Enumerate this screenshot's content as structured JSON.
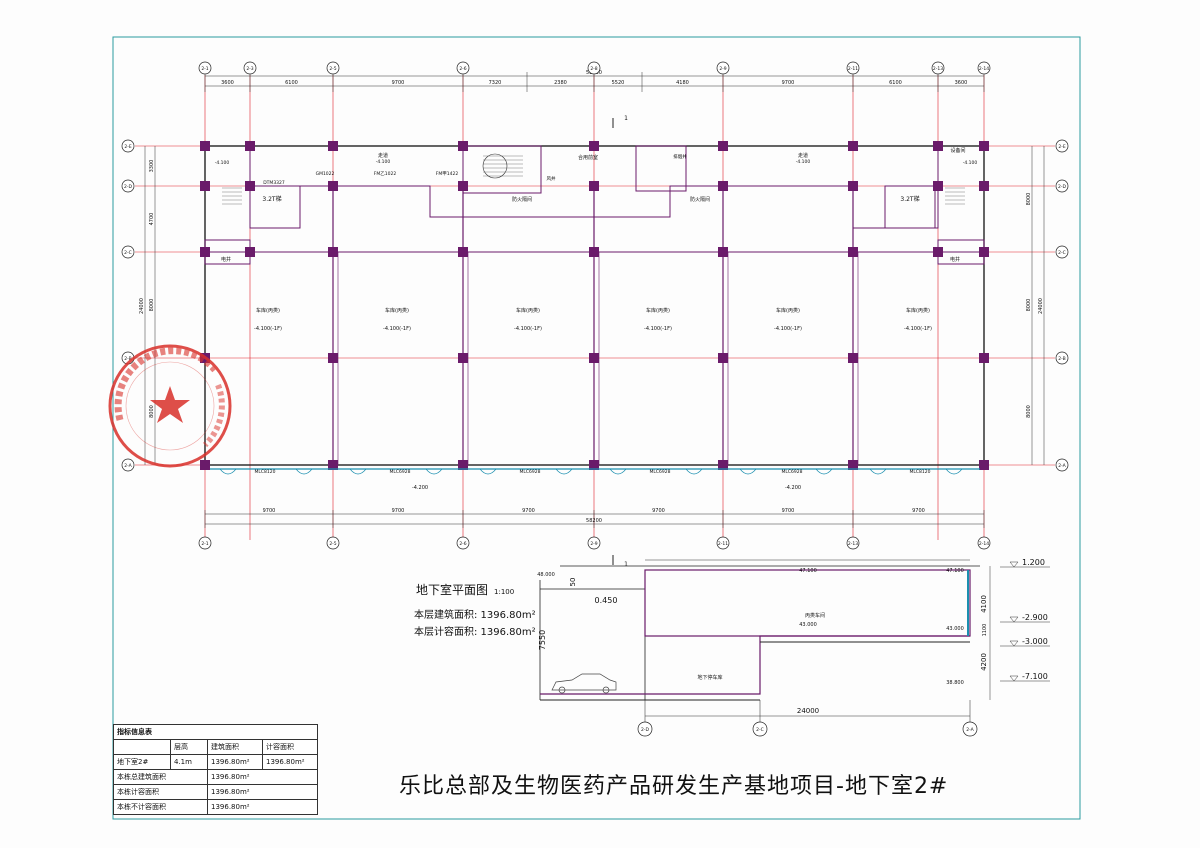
{
  "grid_labels": {
    "top": [
      "2-1",
      "2-3",
      "2-5",
      "2-6",
      "2-8",
      "2-9",
      "2-11",
      "2-13",
      "2-14"
    ],
    "bottom": [
      "2-1",
      "2-5",
      "2-6",
      "2-9",
      "2-11",
      "2-13",
      "2-14"
    ],
    "left": [
      "2-E",
      "2-D",
      "2-C",
      "2-B",
      "2-A"
    ],
    "right": [
      "2-E",
      "2-D",
      "2-C",
      "2-B",
      "2-A"
    ]
  },
  "top_dims": [
    "3600",
    "6100",
    "9700",
    "7320",
    "2380",
    "5520",
    "4180",
    "9700",
    "6100",
    "3600"
  ],
  "top_total": "58200",
  "bottom_dims": [
    "9700",
    "9700",
    "9700",
    "9700",
    "9700",
    "9700"
  ],
  "bottom_total": "58200",
  "left_dims": [
    "3300",
    "4700",
    "8000",
    "8000"
  ],
  "left_total": "24000",
  "right_dims": [
    "8000",
    "8000",
    "8000"
  ],
  "right_total": "24000",
  "rooms": {
    "garage_label": "车库(丙类)",
    "garage_level": "-4.100(-1F)",
    "corridor": "走道",
    "level": "-4.100",
    "stair_lobby": "合用前室",
    "fire_lobby": "防火隔间",
    "elevator": "电井",
    "fan_room": "排烟井",
    "air": "风井",
    "stair1": "3.2T梯",
    "stair2": "3.2T梯",
    "equip": "设备间"
  },
  "door_labels": [
    "FM甲1422",
    "FM乙1022",
    "GM1022",
    "DTM3327",
    "MLC8120",
    "MLC6928",
    "MLC6928",
    "MLC6928",
    "MLC6928",
    "MLC8120"
  ],
  "entrance_level": "-4.200",
  "section_mark": "1",
  "plan_title": "地下室平面图",
  "plan_scale": "1:100",
  "area_build": "本层建筑面积: 1396.80m²",
  "area_calc": "本层计容面积: 1396.80m²",
  "section": {
    "levels_left": [
      "48.000",
      "0.450"
    ],
    "level_labels": [
      "47.100",
      "47.100",
      "43.000",
      "43.000",
      "38.800"
    ],
    "elev_right": [
      "1.200",
      "-2.900",
      "-3.000",
      "-7.100"
    ],
    "dims_right": [
      "4100",
      "1100",
      "4200"
    ],
    "dim_left": "7550",
    "dim_small": "50",
    "dim_bottom": "24000",
    "room_upper": "丙类车间",
    "room_lower": "地下停车库",
    "axes": [
      "2-D",
      "2-C",
      "2-A"
    ]
  },
  "index_table": {
    "title": "指标信息表",
    "headers": [
      "",
      "层高",
      "建筑面积",
      "计容面积"
    ],
    "row1": [
      "地下室2#",
      "4.1m",
      "1396.80m²",
      "1396.80m²"
    ],
    "row2_label": "本栋总建筑面积",
    "row2_value": "1396.80m²",
    "row3_label": "本栋计容面积",
    "row3_value": "1396.80m²",
    "row4_label": "本栋不计容面积",
    "row4_value": "1396.80m²"
  },
  "project_title": "乐比总部及生物医药产品研发生产基地项目-地下室2#",
  "stamp_color": "#d9302a",
  "wall_color": "#6a1b6a",
  "axis_color": "#e0202a",
  "glass_color": "#1a8fb0"
}
